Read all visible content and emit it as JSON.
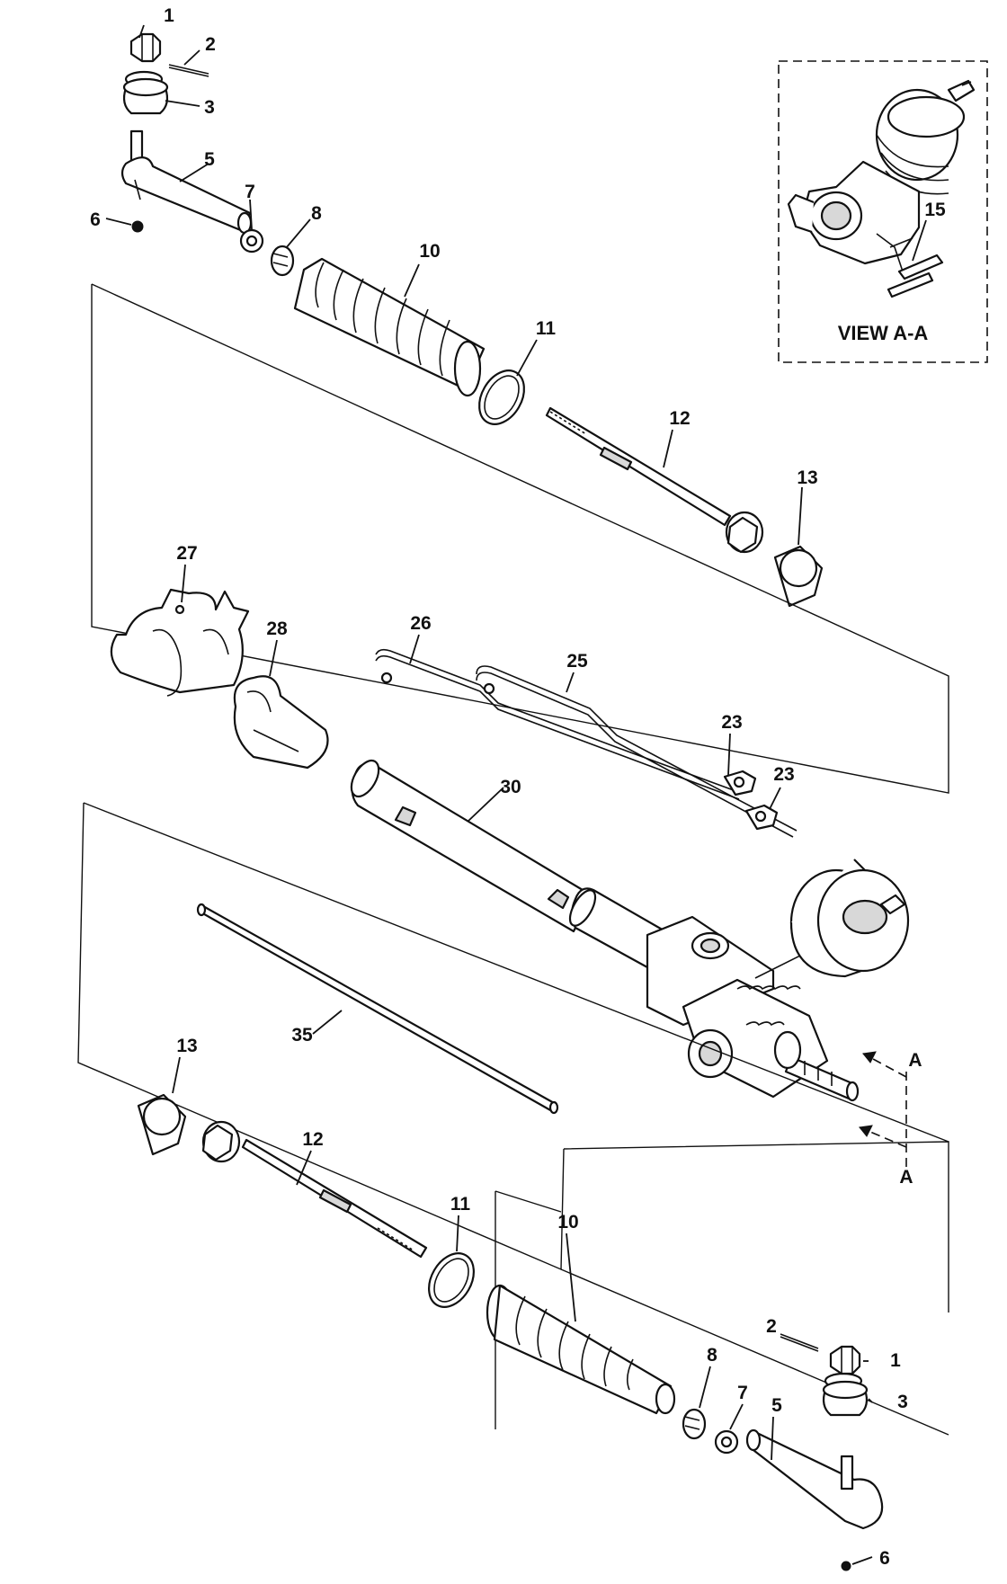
{
  "view": {
    "title": "VIEW A-A",
    "section_letter": "A"
  },
  "callouts": {
    "c1": "1",
    "c2": "2",
    "c3": "3",
    "c5": "5",
    "c6": "6",
    "c7": "7",
    "c8": "8",
    "c10": "10",
    "c11": "11",
    "c12": "12",
    "c13": "13",
    "c15": "15",
    "c23": "23",
    "c25": "25",
    "c26": "26",
    "c27": "27",
    "c28": "28",
    "c30": "30",
    "c35": "35"
  },
  "colors": {
    "line": "#111111",
    "paper": "#ffffff",
    "shade": "#d8d8d8"
  }
}
